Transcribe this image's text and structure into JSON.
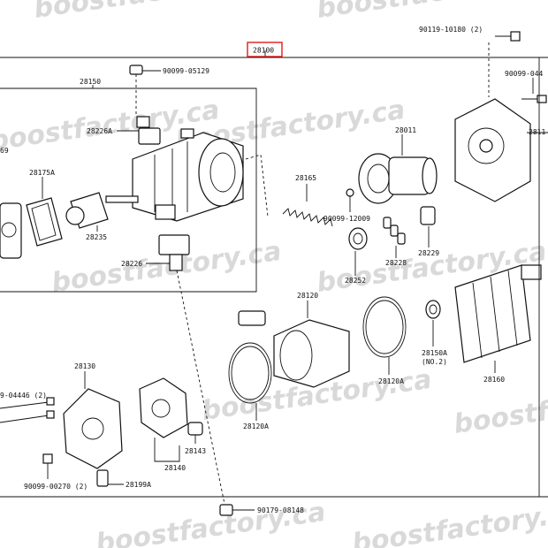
{
  "watermark": "boostfactory.ca",
  "highlight_color": "#e0191b",
  "assembly_label": "28100",
  "part_labels": {
    "p28150": "28150",
    "p90099_05129": "90099-05129",
    "p28226A": "28226A",
    "p28175A": "28175A",
    "p69": "69",
    "p28235": "28235",
    "p28226": "28226",
    "p28165": "28165",
    "p28011": "28011",
    "p90099_12009": "90099-12009",
    "p28252": "28252",
    "p28228": "28228",
    "p28229": "28229",
    "p90119_10180": "90119-10180 (2)",
    "p90099_044": "90099-044",
    "p2811": "2811",
    "p28120": "28120",
    "p28120A_right": "28120A",
    "p28120A_lower": "28120A",
    "p28150A": "28150A",
    "p28150A_sub": "(NO.2)",
    "p28160": "28160",
    "p28130": "28130",
    "p9_04446": "9-04446 (2)",
    "p90099_00270": "90099-00270 (2)",
    "p28199A": "28199A",
    "p28143": "28143",
    "p28140": "28140",
    "p90179_08148": "90179-08148"
  }
}
